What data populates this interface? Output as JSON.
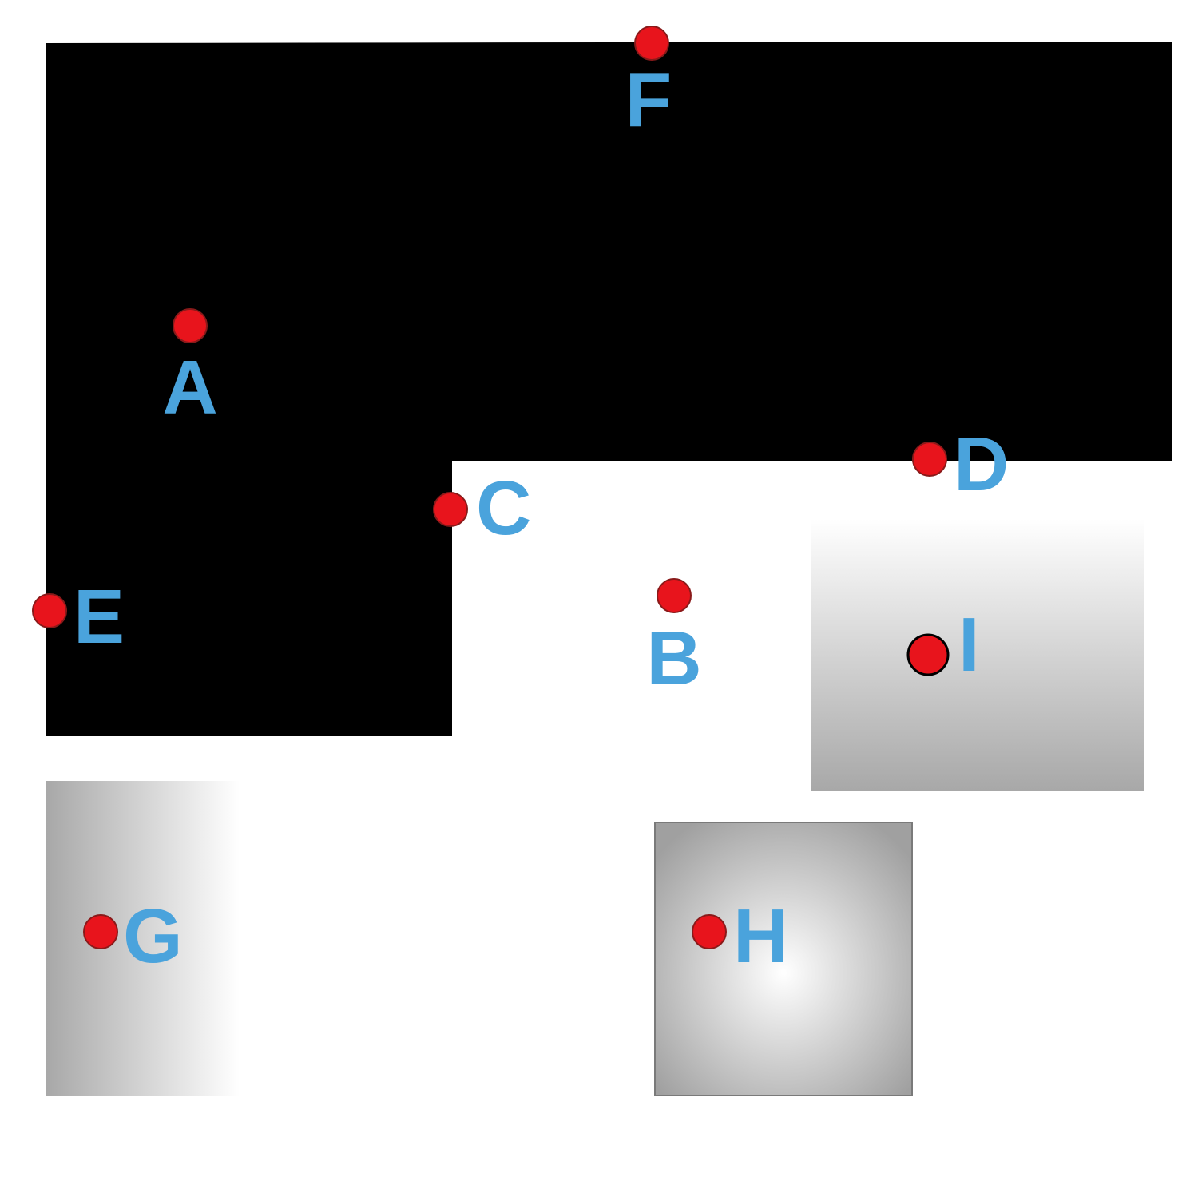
{
  "colors": {
    "shape": "#000000",
    "background": "#ffffff",
    "point": "#e8141c",
    "label": "#4aa3dc",
    "gradient_dark": "#a8a8a8",
    "gradient_light": "#ffffff"
  },
  "points": [
    {
      "id": "a",
      "label": "A"
    },
    {
      "id": "b",
      "label": "B"
    },
    {
      "id": "c",
      "label": "C"
    },
    {
      "id": "d",
      "label": "D"
    },
    {
      "id": "e",
      "label": "E"
    },
    {
      "id": "f",
      "label": "F"
    },
    {
      "id": "g",
      "label": "G"
    },
    {
      "id": "h",
      "label": "H"
    },
    {
      "id": "i",
      "label": "I"
    }
  ]
}
